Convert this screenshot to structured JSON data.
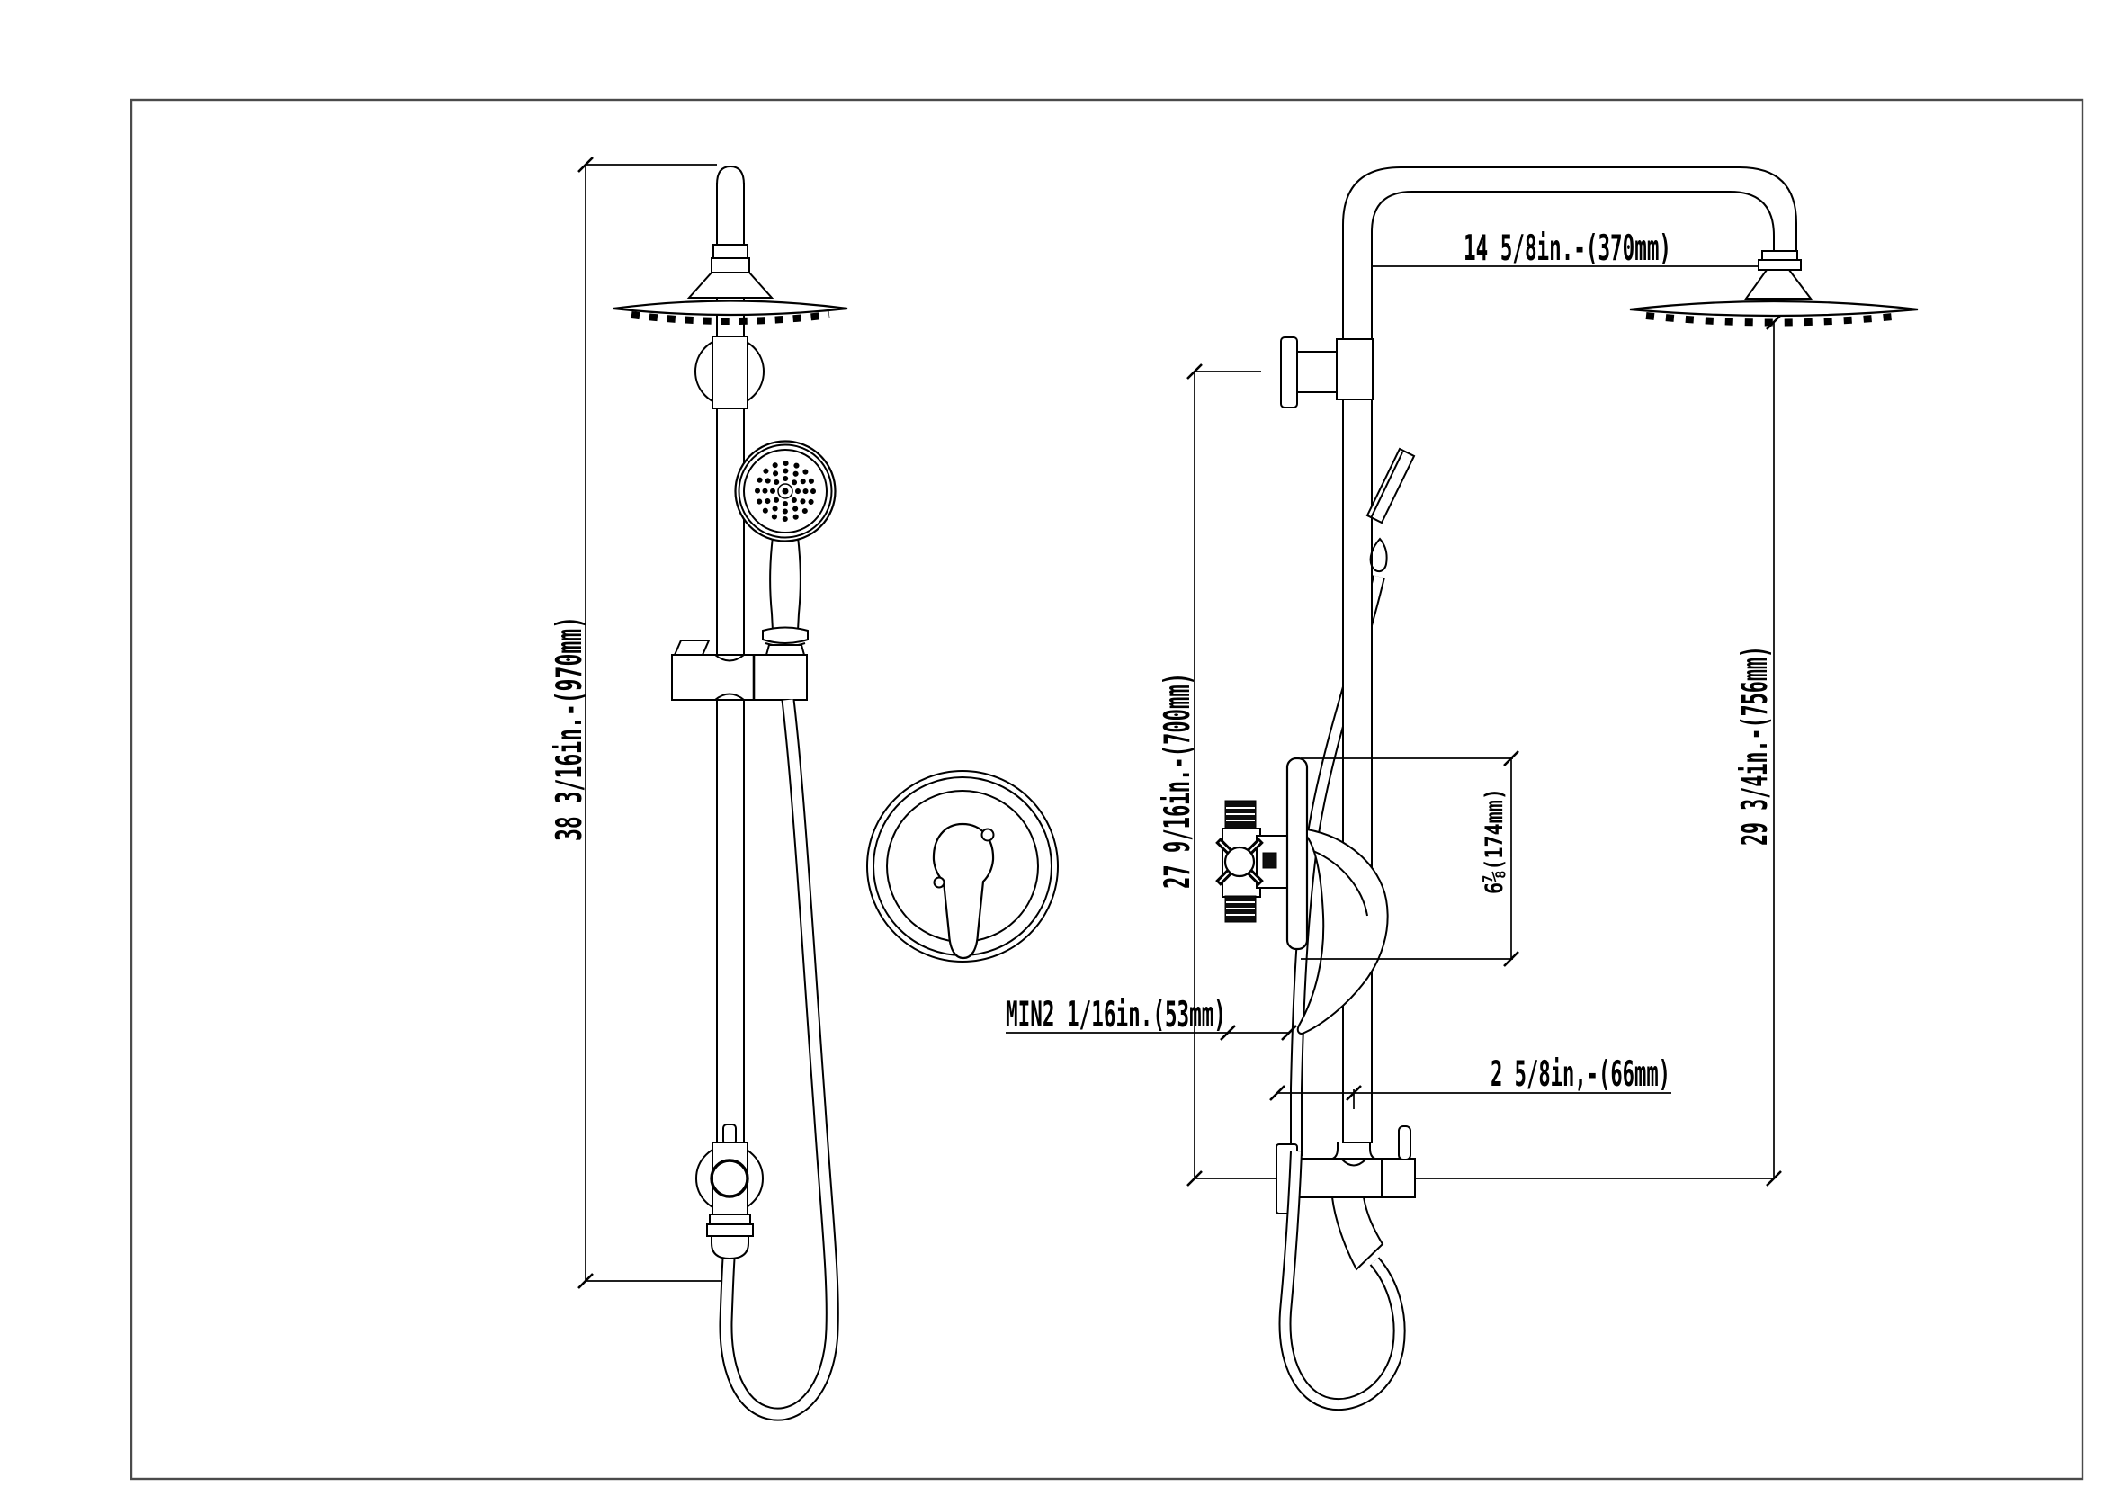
{
  "drawing": {
    "background": "#ffffff",
    "border_color": "#4a4a4a",
    "line_color": "#000000",
    "dimensions": {
      "front_total_height": {
        "label": "38 3/16in.-(970mm)"
      },
      "arm_reach": {
        "label": "14 5/8in.-(370mm)"
      },
      "valve_center_height": {
        "label": "27 9/16in.-(700mm)"
      },
      "head_to_outlet_height": {
        "label": "29 3/4in.-(756mm)"
      },
      "min_wall_clearance": {
        "label": "MIN2 1/16in.(53mm)"
      },
      "wall_to_riser_offset": {
        "label": "2 5/8in,-(66mm)"
      },
      "trim_plate_height": {
        "label": "6⅞(174mm)"
      }
    }
  }
}
